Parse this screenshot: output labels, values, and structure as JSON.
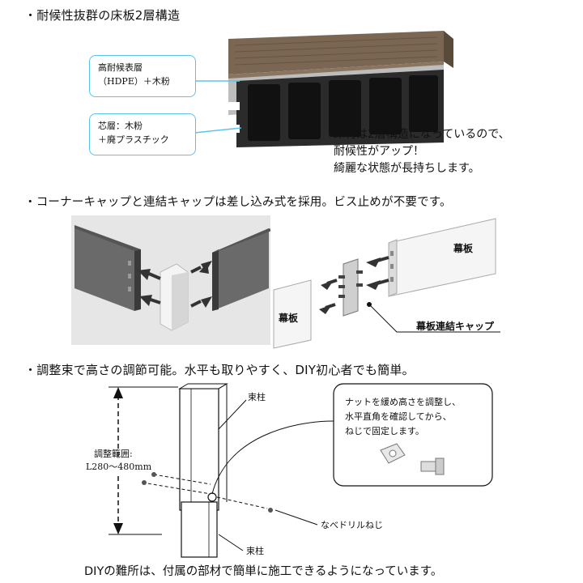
{
  "section1": {
    "heading": "・耐候性抜群の床板2層構造",
    "callout_top_lines": [
      "高耐候表層",
      "（HDPE）＋木粉"
    ],
    "callout_bottom_lines": [
      "芯層：木粉",
      "＋廃プラスチック"
    ],
    "description_lines": [
      "床材は2層構造になっているので、",
      "耐候性がアップ！",
      "綺麗な状態が長持ちします。"
    ]
  },
  "section2": {
    "heading": "・コーナーキャップと連結キャップは差し込み式を採用。ビス止めが不要です。",
    "label_fascia_right": "幕板",
    "label_fascia_left": "幕板",
    "label_joint_cap": "幕板連結キャップ"
  },
  "section3": {
    "heading": "・調整束で高さの調節可能。水平も取りやすく、DIY初心者でも簡単。",
    "label_post_top": "束柱",
    "label_post_bottom": "束柱",
    "range_label": "調整範囲:",
    "range_value": "L280～480mm",
    "bubble_lines": [
      "ナットを緩め高さを調整し、",
      "水平直角を確認してから、",
      "ねじで固定します。"
    ],
    "screw_label": "なべドリルねじ",
    "footer": "DIYの難所は、付属の部材で簡単に施工できるようになっています。"
  },
  "colors": {
    "callout_border": "#5bc4e8",
    "wood_top": "#7a6652",
    "board_dark": "#2b2b2b",
    "panel_bg": "#e6e6e6",
    "arrow": "#333333"
  }
}
